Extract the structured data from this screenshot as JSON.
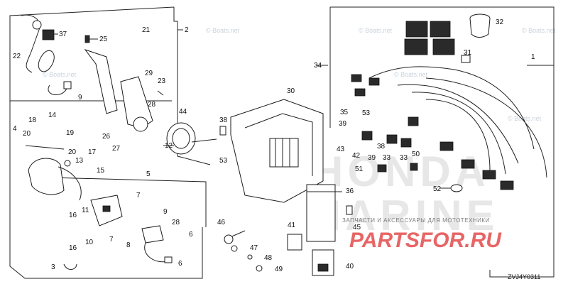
{
  "diagram_code": "ZVJ4Y0311",
  "watermarks": {
    "honda_text": "HONDA",
    "marine_text": "MARINE",
    "store_text": "ЗАПЧАСТИ И АКСЕССУАРЫ ДЛЯ МОТОТЕХНИКИ",
    "brand_text": "PARTSFOR.RU",
    "site_text": "© Boats.net"
  },
  "callouts": [
    {
      "id": "c37",
      "label": "37"
    },
    {
      "id": "c22",
      "label": "22"
    },
    {
      "id": "c25",
      "label": "25"
    },
    {
      "id": "c21",
      "label": "21"
    },
    {
      "id": "c2",
      "label": "2"
    },
    {
      "id": "c9a",
      "label": "9"
    },
    {
      "id": "c29",
      "label": "29"
    },
    {
      "id": "c23",
      "label": "23"
    },
    {
      "id": "c28a",
      "label": "28"
    },
    {
      "id": "c44",
      "label": "44"
    },
    {
      "id": "c26",
      "label": "26"
    },
    {
      "id": "c27",
      "label": "27"
    },
    {
      "id": "c12",
      "label": "12"
    },
    {
      "id": "c53a",
      "label": "53"
    },
    {
      "id": "c38a",
      "label": "38"
    },
    {
      "id": "c4",
      "label": "4"
    },
    {
      "id": "c18",
      "label": "18"
    },
    {
      "id": "c20a",
      "label": "20"
    },
    {
      "id": "c14",
      "label": "14"
    },
    {
      "id": "c19",
      "label": "19"
    },
    {
      "id": "c20b",
      "label": "20"
    },
    {
      "id": "c17",
      "label": "17"
    },
    {
      "id": "c13",
      "label": "13"
    },
    {
      "id": "c15",
      "label": "15"
    },
    {
      "id": "c5",
      "label": "5"
    },
    {
      "id": "c7a",
      "label": "7"
    },
    {
      "id": "c9b",
      "label": "9"
    },
    {
      "id": "c11",
      "label": "11"
    },
    {
      "id": "c16a",
      "label": "16"
    },
    {
      "id": "c10",
      "label": "10"
    },
    {
      "id": "c16b",
      "label": "16"
    },
    {
      "id": "c7b",
      "label": "7"
    },
    {
      "id": "c8",
      "label": "8"
    },
    {
      "id": "c28b",
      "label": "28"
    },
    {
      "id": "c6a",
      "label": "6"
    },
    {
      "id": "c6b",
      "label": "6"
    },
    {
      "id": "c3",
      "label": "3"
    },
    {
      "id": "c30",
      "label": "30"
    },
    {
      "id": "c46",
      "label": "46"
    },
    {
      "id": "c47",
      "label": "47"
    },
    {
      "id": "c48",
      "label": "48"
    },
    {
      "id": "c49",
      "label": "49"
    },
    {
      "id": "c36",
      "label": "36"
    },
    {
      "id": "c45",
      "label": "45"
    },
    {
      "id": "c41",
      "label": "41"
    },
    {
      "id": "c40",
      "label": "40"
    },
    {
      "id": "c34",
      "label": "34"
    },
    {
      "id": "c32",
      "label": "32"
    },
    {
      "id": "c31",
      "label": "31"
    },
    {
      "id": "c1",
      "label": "1"
    },
    {
      "id": "c35",
      "label": "35"
    },
    {
      "id": "c53b",
      "label": "53"
    },
    {
      "id": "c39a",
      "label": "39"
    },
    {
      "id": "c43",
      "label": "43"
    },
    {
      "id": "c42",
      "label": "42"
    },
    {
      "id": "c38b",
      "label": "38"
    },
    {
      "id": "c33a",
      "label": "33"
    },
    {
      "id": "c39b",
      "label": "39"
    },
    {
      "id": "c33b",
      "label": "33"
    },
    {
      "id": "c50",
      "label": "50"
    },
    {
      "id": "c51",
      "label": "51"
    },
    {
      "id": "c52",
      "label": "52"
    }
  ]
}
